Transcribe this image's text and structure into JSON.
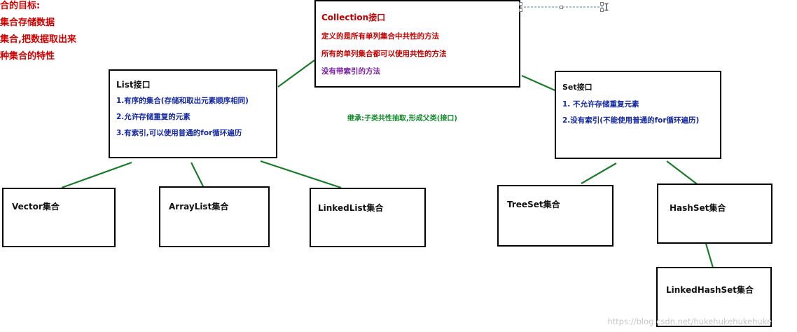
{
  "goals": [
    "合的目标:",
    "集合存储数据",
    "集合,把数据取出来",
    "种集合的特性"
  ],
  "collection": {
    "title": "Collection接口",
    "lines": [
      "定义的是所有单列集合中共性的方法",
      "所有的单列集合都可以使用共性的方法",
      "没有带索引的方法"
    ]
  },
  "list": {
    "title": "List接口",
    "lines": [
      "1.有序的集合(存储和取出元素顺序相同)",
      "2.允许存储重复的元素",
      "3.有索引,可以使用普通的for循环遍历"
    ]
  },
  "set": {
    "title": "Set接口",
    "lines": [
      "1. 不允许存储重复元素",
      "2.没有索引(不能使用普通的for循环遍历)"
    ]
  },
  "inheritance_note": "继承:子类共性抽取,形成父类(接口)",
  "leaves": {
    "vector": "Vector集合",
    "arraylist": "ArrayList集合",
    "linkedlist": "LinkedList集合",
    "treeset": "TreeSet集合",
    "hashset": "HashSet集合",
    "linkedhashset": "LinkedHashSet集合"
  },
  "watermark": "https://blog.csdn.net/hukehukehukehuke",
  "colors": {
    "title_red": "#c00000",
    "body_purple": "#7a1fa2",
    "body_blue": "#1428a0",
    "connector_green": "#1a7a2a",
    "note_green": "#12892a"
  }
}
